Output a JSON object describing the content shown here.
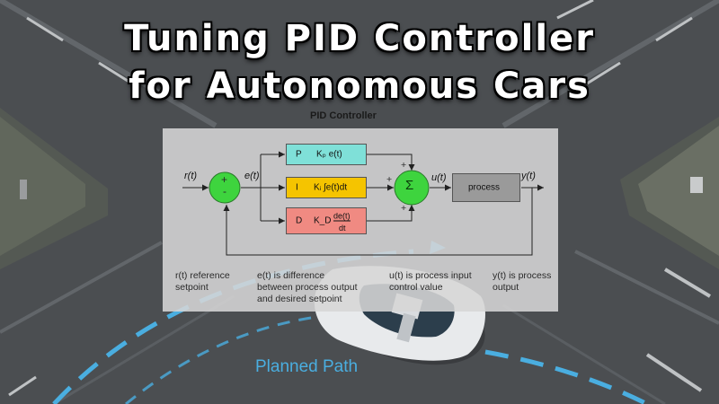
{
  "title": {
    "line1": "Tuning PID Controller",
    "line2": "for Autonomous Cars"
  },
  "diagram": {
    "heading": "PID Controller",
    "signals": {
      "r": "r(t)",
      "e": "e(t)",
      "u": "u(t)",
      "y": "y(t)"
    },
    "blocks": {
      "p": {
        "letter": "P",
        "formula": "Kₚ e(t)",
        "color": "#7fe0d8"
      },
      "i": {
        "letter": "I",
        "formula": "Kᵢ ∫e(t)dt",
        "color": "#f5c400"
      },
      "d": {
        "letter": "D",
        "formula": "K_D",
        "num": "de(t)",
        "den": "dt",
        "color": "#f08a82"
      },
      "process": "process",
      "sum_symbol": "Σ"
    },
    "sum_signs": {
      "plus": "+",
      "minus": "-"
    },
    "descriptions": {
      "r": [
        "r(t) reference",
        "setpoint"
      ],
      "e": [
        "e(t) is difference",
        "between process output",
        "and desired setpoint"
      ],
      "u": [
        "u(t) is process  input",
        "control value"
      ],
      "y": [
        "y(t) is process",
        "output"
      ]
    }
  },
  "overlay": {
    "planned_path": "Planned Path"
  },
  "colors": {
    "path_blue": "#4aaee0",
    "junction_green": "#3ed43e",
    "road": "#4a4d50"
  }
}
